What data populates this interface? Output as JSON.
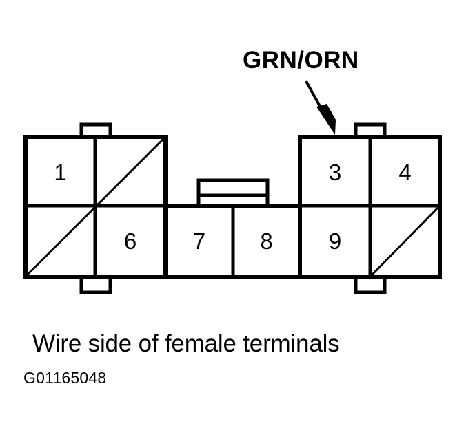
{
  "figure": {
    "wire_color_label": "GRN/ORN",
    "caption": "Wire side of female terminals",
    "figure_id": "G01165048",
    "stroke_color": "#000000",
    "background_color": "#ffffff",
    "fill_color": "#ffffff"
  },
  "connector": {
    "cavities": [
      {
        "number": "1",
        "row": "top",
        "block": "left",
        "blank": false
      },
      {
        "number": "",
        "row": "top",
        "block": "left",
        "blank": true
      },
      {
        "number": "",
        "row": "bottom",
        "block": "left",
        "blank": true
      },
      {
        "number": "6",
        "row": "bottom",
        "block": "left",
        "blank": false
      },
      {
        "number": "7",
        "row": "bottom",
        "block": "center",
        "blank": false
      },
      {
        "number": "8",
        "row": "bottom",
        "block": "center",
        "blank": false
      },
      {
        "number": "3",
        "row": "top",
        "block": "right",
        "blank": false
      },
      {
        "number": "4",
        "row": "top",
        "block": "right",
        "blank": false
      },
      {
        "number": "9",
        "row": "bottom",
        "block": "right",
        "blank": false
      },
      {
        "number": "",
        "row": "bottom",
        "block": "right",
        "blank": true
      }
    ],
    "labels": {
      "c1": "1",
      "c3": "3",
      "c4": "4",
      "c6": "6",
      "c7": "7",
      "c8": "8",
      "c9": "9"
    }
  },
  "callout": {
    "target_cavity": "3",
    "label": "GRN/ORN"
  }
}
